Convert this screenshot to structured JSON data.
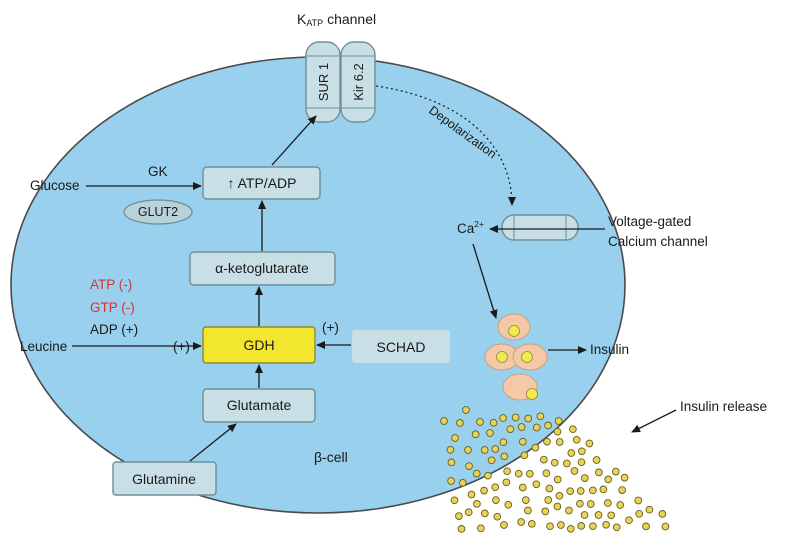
{
  "diagram": {
    "cell_label": "β-cell",
    "katp": {
      "title_main": "K",
      "title_sub": "ATP",
      "title_rest": " channel",
      "sur1": "SUR 1",
      "kir": "Kir 6.2"
    },
    "depolarization": "Depolarization",
    "atp_adp": "↑ ATP/ADP",
    "gk": "GK",
    "glut2": "GLUT2",
    "glucose": "Glucose",
    "alpha_kg": "α-ketoglutarate",
    "gdh": "GDH",
    "glutamate": "Glutamate",
    "glutamine": "Glutamine",
    "leucine": "Leucine",
    "leucine_plus": "(+)",
    "schad": "SCHAD",
    "schad_plus": "(+)",
    "atp_inhib": "ATP (-)",
    "gtp_inhib": "GTP (-)",
    "adp_act": "ADP (+)",
    "ca_base": "Ca",
    "ca_sup": "2+",
    "vgcc_line1": "Voltage-gated",
    "vgcc_line2": "Calcium channel",
    "insulin": "Insulin",
    "insulin_release": "Insulin release"
  },
  "colors": {
    "cell_fill": "#98d0ee",
    "box_fill": "#c9dfe6",
    "gdh_fill": "#f2e62e",
    "granule_fill": "#f5c9a8",
    "core_fill": "#f2ea4c",
    "dot_fill": "#e7d25a",
    "inhibitor_red": "#e0312f"
  }
}
